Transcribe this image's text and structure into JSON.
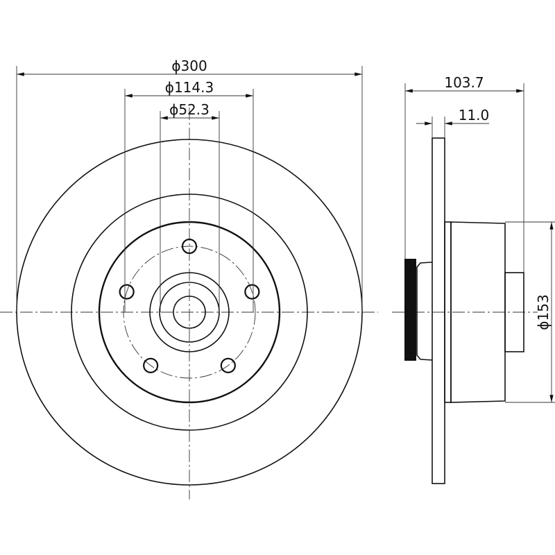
{
  "title": "Brake disc technical drawing",
  "front_view": {
    "dim_outer_diameter": "ϕ300",
    "dim_bolt_circle": "ϕ114.3",
    "dim_center_bore": "ϕ52.3",
    "bolt_holes": 5
  },
  "side_view": {
    "dim_total_height": "103.7",
    "dim_disc_thickness": "11.0",
    "dim_hub_diameter": "ϕ153"
  },
  "colors": {
    "line": "#111111",
    "background": "#ffffff"
  }
}
